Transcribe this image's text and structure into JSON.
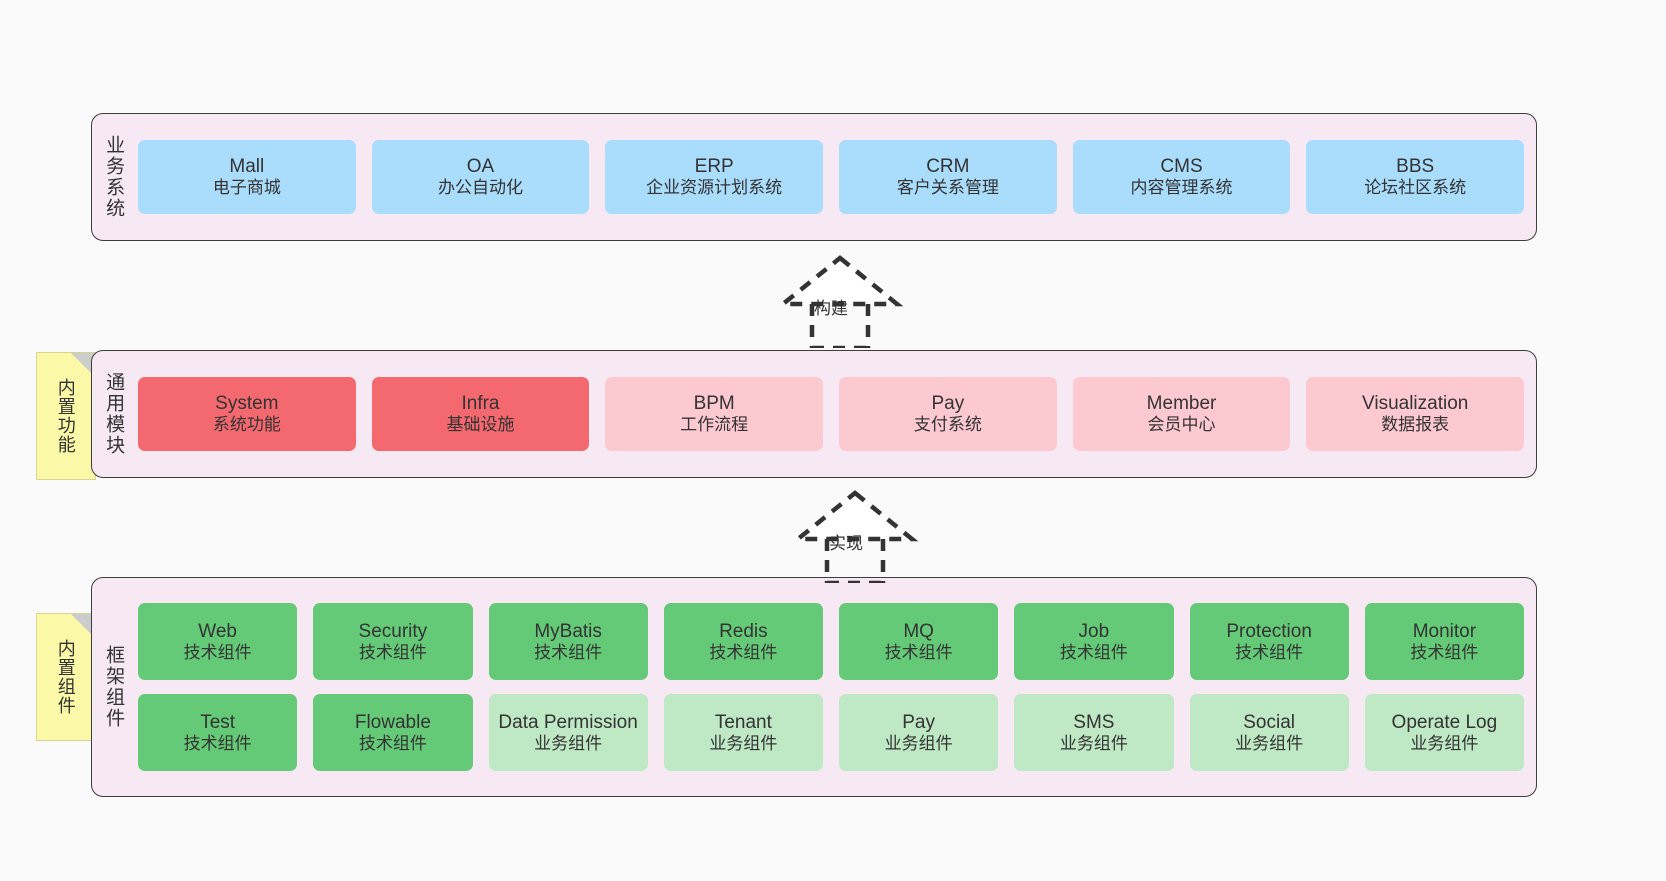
{
  "diagram": {
    "background_color": "#fafafa",
    "panel_color": "#f7e9f3",
    "note_color": "#fbf9a8"
  },
  "layers": [
    {
      "id": "business",
      "title": "业务系统",
      "rows": [
        {
          "nodes": [
            {
              "en": "Mall",
              "cn": "电子商城",
              "color": "#aadcfb",
              "style": "n-blue"
            },
            {
              "en": "OA",
              "cn": "办公自动化",
              "color": "#aadcfb",
              "style": "n-blue"
            },
            {
              "en": "ERP",
              "cn": "企业资源计划系统",
              "color": "#aadcfb",
              "style": "n-blue"
            },
            {
              "en": "CRM",
              "cn": "客户关系管理",
              "color": "#aadcfb",
              "style": "n-blue"
            },
            {
              "en": "CMS",
              "cn": "内容管理系统",
              "color": "#aadcfb",
              "style": "n-blue"
            },
            {
              "en": "BBS",
              "cn": "论坛社区系统",
              "color": "#aadcfb",
              "style": "n-blue"
            }
          ]
        }
      ]
    },
    {
      "id": "common",
      "title": "通用模块",
      "rows": [
        {
          "nodes": [
            {
              "en": "System",
              "cn": "系统功能",
              "color": "#f4696f",
              "style": "n-red"
            },
            {
              "en": "Infra",
              "cn": "基础设施",
              "color": "#f4696f",
              "style": "n-red"
            },
            {
              "en": "BPM",
              "cn": "工作流程",
              "color": "#fcc9d1",
              "style": "n-pink"
            },
            {
              "en": "Pay",
              "cn": "支付系统",
              "color": "#fcc9d1",
              "style": "n-pink"
            },
            {
              "en": "Member",
              "cn": "会员中心",
              "color": "#fcc9d1",
              "style": "n-pink"
            },
            {
              "en": "Visualization",
              "cn": "数据报表",
              "color": "#fcc9d1",
              "style": "n-pink"
            }
          ]
        }
      ]
    },
    {
      "id": "frame",
      "title": "框架组件",
      "rows": [
        {
          "nodes": [
            {
              "en": "Web",
              "cn": "技术组件",
              "color": "#65ca78",
              "style": "n-green"
            },
            {
              "en": "Security",
              "cn": "技术组件",
              "color": "#65ca78",
              "style": "n-green"
            },
            {
              "en": "MyBatis",
              "cn": "技术组件",
              "color": "#65ca78",
              "style": "n-green"
            },
            {
              "en": "Redis",
              "cn": "技术组件",
              "color": "#65ca78",
              "style": "n-green"
            },
            {
              "en": "MQ",
              "cn": "技术组件",
              "color": "#65ca78",
              "style": "n-green"
            },
            {
              "en": "Job",
              "cn": "技术组件",
              "color": "#65ca78",
              "style": "n-green"
            },
            {
              "en": "Protection",
              "cn": "技术组件",
              "color": "#65ca78",
              "style": "n-green"
            },
            {
              "en": "Monitor",
              "cn": "技术组件",
              "color": "#65ca78",
              "style": "n-green"
            }
          ]
        },
        {
          "nodes": [
            {
              "en": "Test",
              "cn": "技术组件",
              "color": "#65ca78",
              "style": "n-green"
            },
            {
              "en": "Flowable",
              "cn": "技术组件",
              "color": "#65ca78",
              "style": "n-green"
            },
            {
              "en": "Data Permission",
              "cn": "业务组件",
              "color": "#bfe8c5",
              "style": "n-lightgreen"
            },
            {
              "en": "Tenant",
              "cn": "业务组件",
              "color": "#bfe8c5",
              "style": "n-lightgreen"
            },
            {
              "en": "Pay",
              "cn": "业务组件",
              "color": "#bfe8c5",
              "style": "n-lightgreen"
            },
            {
              "en": "SMS",
              "cn": "业务组件",
              "color": "#bfe8c5",
              "style": "n-lightgreen"
            },
            {
              "en": "Social",
              "cn": "业务组件",
              "color": "#bfe8c5",
              "style": "n-lightgreen"
            },
            {
              "en": "Operate Log",
              "cn": "业务组件",
              "color": "#bfe8c5",
              "style": "n-lightgreen"
            }
          ]
        }
      ]
    }
  ],
  "notes": [
    {
      "id": "features",
      "label": "内置功能"
    },
    {
      "id": "components",
      "label": "内置组件"
    }
  ],
  "arrows": [
    {
      "id": "build",
      "label": "构建",
      "style": "dashed-hollow-triangle",
      "direction": "up"
    },
    {
      "id": "impl",
      "label": "实现",
      "style": "dashed-hollow-triangle",
      "direction": "up"
    }
  ]
}
